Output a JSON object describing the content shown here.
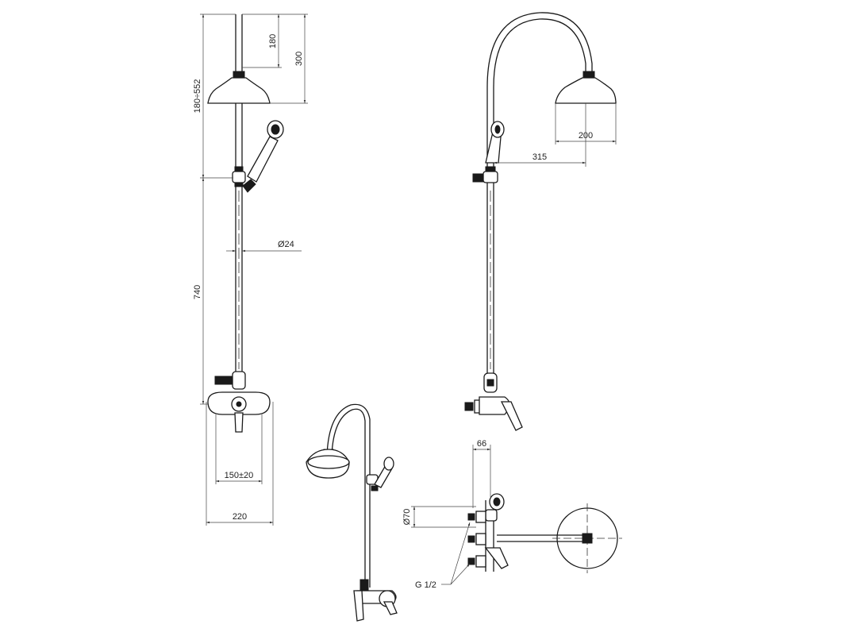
{
  "dimensions": {
    "d180": "180",
    "d300": "300",
    "d180_552": "180÷552",
    "d740": "740",
    "d24": "Ø24",
    "d150": "150±20",
    "d220": "220",
    "d200": "200",
    "d315": "315",
    "d66": "66",
    "d70": "Ø70",
    "g12": "G 1/2"
  }
}
